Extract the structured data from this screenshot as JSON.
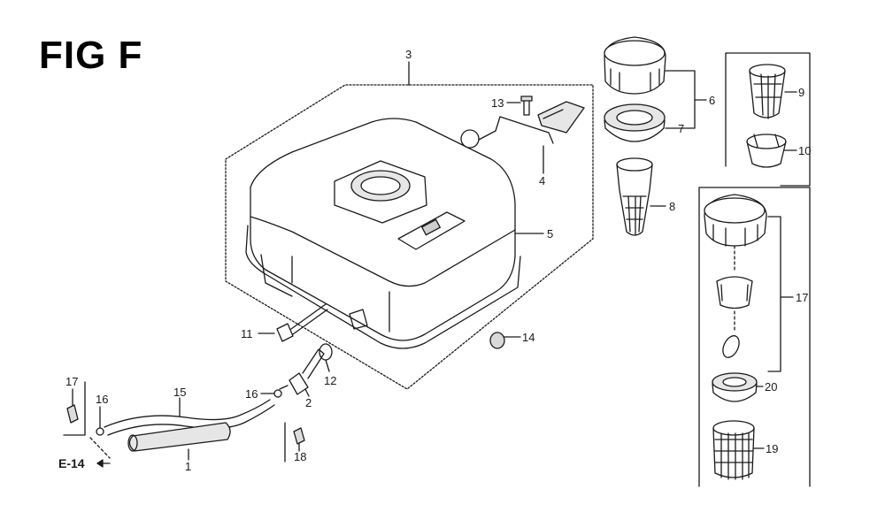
{
  "figure": {
    "title": "FIG F",
    "ref": "E-14"
  },
  "callouts": [
    {
      "id": "c1",
      "text": "1"
    },
    {
      "id": "c2",
      "text": "2"
    },
    {
      "id": "c3",
      "text": "3"
    },
    {
      "id": "c4",
      "text": "4"
    },
    {
      "id": "c5",
      "text": "5"
    },
    {
      "id": "c6",
      "text": "6"
    },
    {
      "id": "c7",
      "text": "7"
    },
    {
      "id": "c8",
      "text": "8"
    },
    {
      "id": "c9",
      "text": "9"
    },
    {
      "id": "c10",
      "text": "10"
    },
    {
      "id": "c11",
      "text": "11"
    },
    {
      "id": "c12",
      "text": "12"
    },
    {
      "id": "c13",
      "text": "13"
    },
    {
      "id": "c14",
      "text": "14"
    },
    {
      "id": "c15",
      "text": "15"
    },
    {
      "id": "c16a",
      "text": "16"
    },
    {
      "id": "c16b",
      "text": "16"
    },
    {
      "id": "c17a",
      "text": "17"
    },
    {
      "id": "c17b",
      "text": "17"
    },
    {
      "id": "c18",
      "text": "18"
    },
    {
      "id": "c19",
      "text": "19"
    },
    {
      "id": "c20",
      "text": "20"
    }
  ],
  "colors": {
    "ink": "#1a1a1a",
    "paper": "#ffffff",
    "shade": "#d9d9d9"
  }
}
